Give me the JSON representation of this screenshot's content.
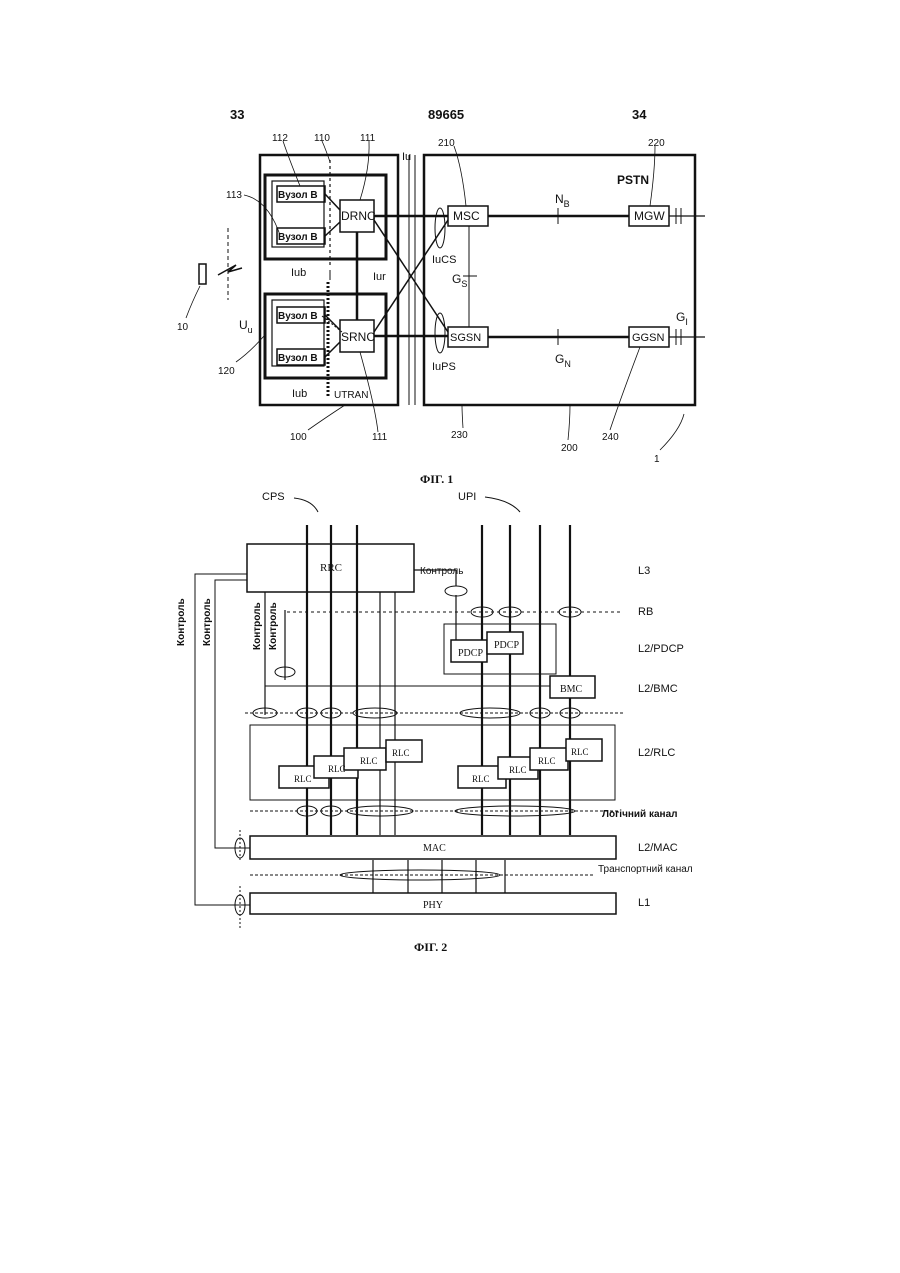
{
  "header": {
    "left_page": "33",
    "doc_number": "89665",
    "right_page": "34"
  },
  "fig1": {
    "caption": "ФІГ. 1",
    "node_b": [
      "Вузол B",
      "Вузол B",
      "Вузол B",
      "Вузол B"
    ],
    "drnc": "DRNC",
    "srnc": "SRNC",
    "msc": "MSC",
    "sgsn": "SGSN",
    "mgw": "MGW",
    "ggsn": "GGSN",
    "pstn": "PSTN",
    "iu": "Iu",
    "iucs": "IuCS",
    "iups": "IuPS",
    "iub_top": "Iub",
    "iub_bottom": "Iub",
    "iur": "Iur",
    "utran": "UTRAN",
    "uu": "U",
    "uu_sub": "u",
    "nb": "N",
    "nb_sub": "B",
    "gs": "G",
    "gs_sub": "S",
    "gn": "G",
    "gn_sub": "N",
    "gi": "G",
    "gi_sub": "I",
    "refs": {
      "r112": "112",
      "r110": "110",
      "r111a": "111",
      "r210": "210",
      "r220": "220",
      "r113": "113",
      "r10": "10",
      "r120": "120",
      "r100": "100",
      "r111b": "111",
      "r230": "230",
      "r200": "200",
      "r240": "240",
      "r1": "1"
    }
  },
  "fig2": {
    "caption": "ФІГ. 2",
    "cps": "CPS",
    "upi": "UPI",
    "rrc": "RRC",
    "control_label": "Контроль",
    "control_v1": "Контроль",
    "control_v2": "Контроль",
    "control_v3": "Контроль",
    "control_v4": "Контроль",
    "pdcp": [
      "PDCP",
      "PDCP"
    ],
    "bmc": "BMC",
    "rlc_left": [
      "RLC",
      "RLC",
      "RLC",
      "RLC"
    ],
    "rlc_right": [
      "RLC",
      "RLC",
      "RLC",
      "RLC"
    ],
    "mac": "MAC",
    "phy": "PHY",
    "logical_channel": "Логічний канал",
    "transport_channel": "Транспортний канал",
    "layers": {
      "l3": "L3",
      "rb": "RB",
      "l2_pdcp": "L2/PDCP",
      "l2_bmc": "L2/BMC",
      "l2_rlc": "L2/RLC",
      "l2_mac": "L2/MAC",
      "l1": "L1"
    }
  }
}
